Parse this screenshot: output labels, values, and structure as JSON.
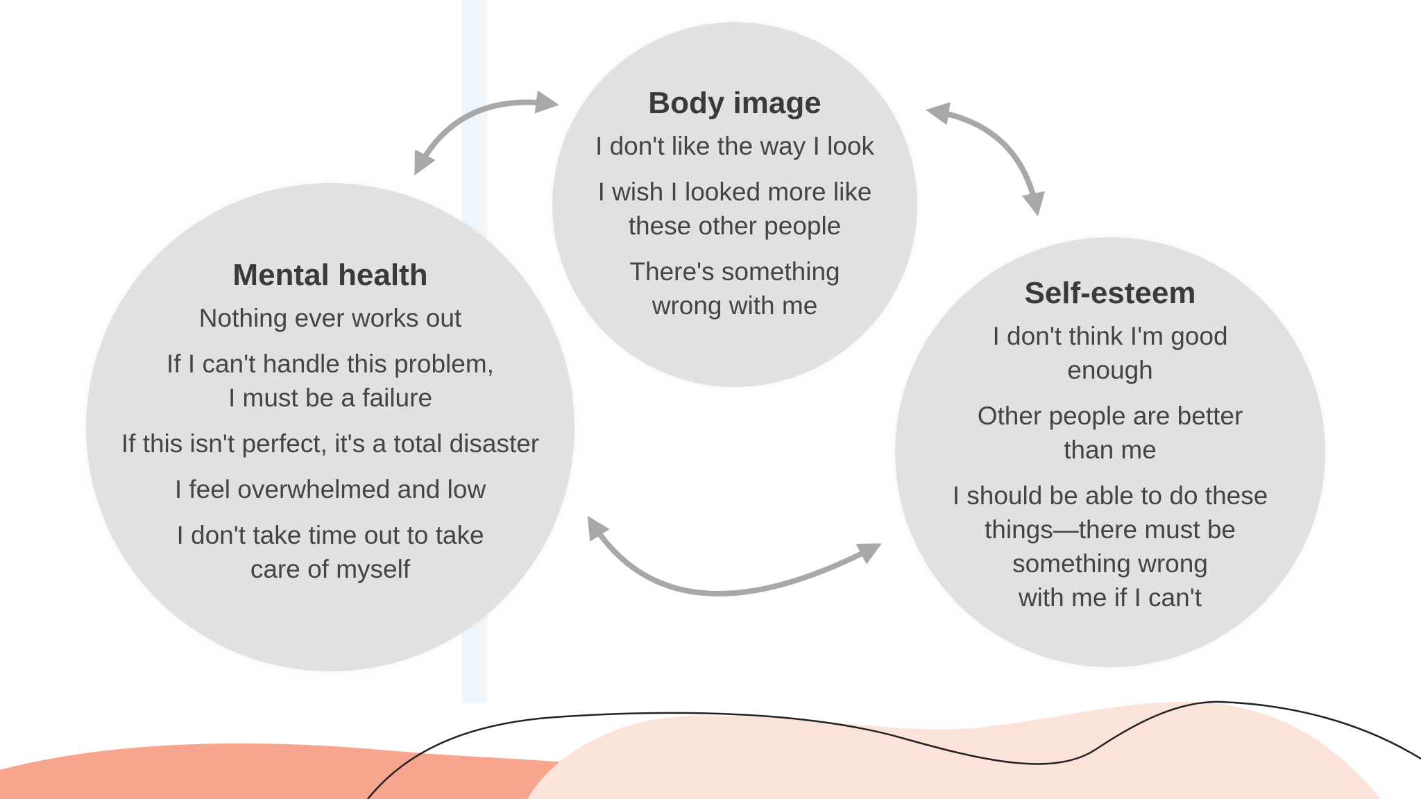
{
  "diagram": {
    "nodes": [
      {
        "id": "body-image",
        "title": "Body image",
        "lines": [
          "I don't like the way I look",
          "I wish I looked more like\nthese other people",
          "There's something\nwrong with me"
        ]
      },
      {
        "id": "mental-health",
        "title": "Mental health",
        "lines": [
          "Nothing ever works out",
          "If I can't handle this problem,\nI must be a failure",
          "If this isn't perfect, it's a total disaster",
          "I feel overwhelmed and low",
          "I don't take time out to take\ncare of myself"
        ]
      },
      {
        "id": "self-esteem",
        "title": "Self-esteem",
        "lines": [
          "I don't think I'm good\nenough",
          "Other people are better\nthan me",
          "I should be able to do these\nthings—there must be\nsomething wrong\nwith me if I can't"
        ]
      }
    ],
    "edges": [
      {
        "from": "mental-health",
        "to": "body-image",
        "direction": "both"
      },
      {
        "from": "body-image",
        "to": "self-esteem",
        "direction": "both"
      },
      {
        "from": "mental-health",
        "to": "self-esteem",
        "direction": "both"
      }
    ]
  },
  "colors": {
    "circle_fill": "#e1e1e1",
    "arrow": "#a8a8a8",
    "text": "#444444",
    "wave_coral": "#f7a58f",
    "wave_light": "#fbe3da",
    "wave_line": "#222222",
    "stripe": "#eef6fb"
  }
}
